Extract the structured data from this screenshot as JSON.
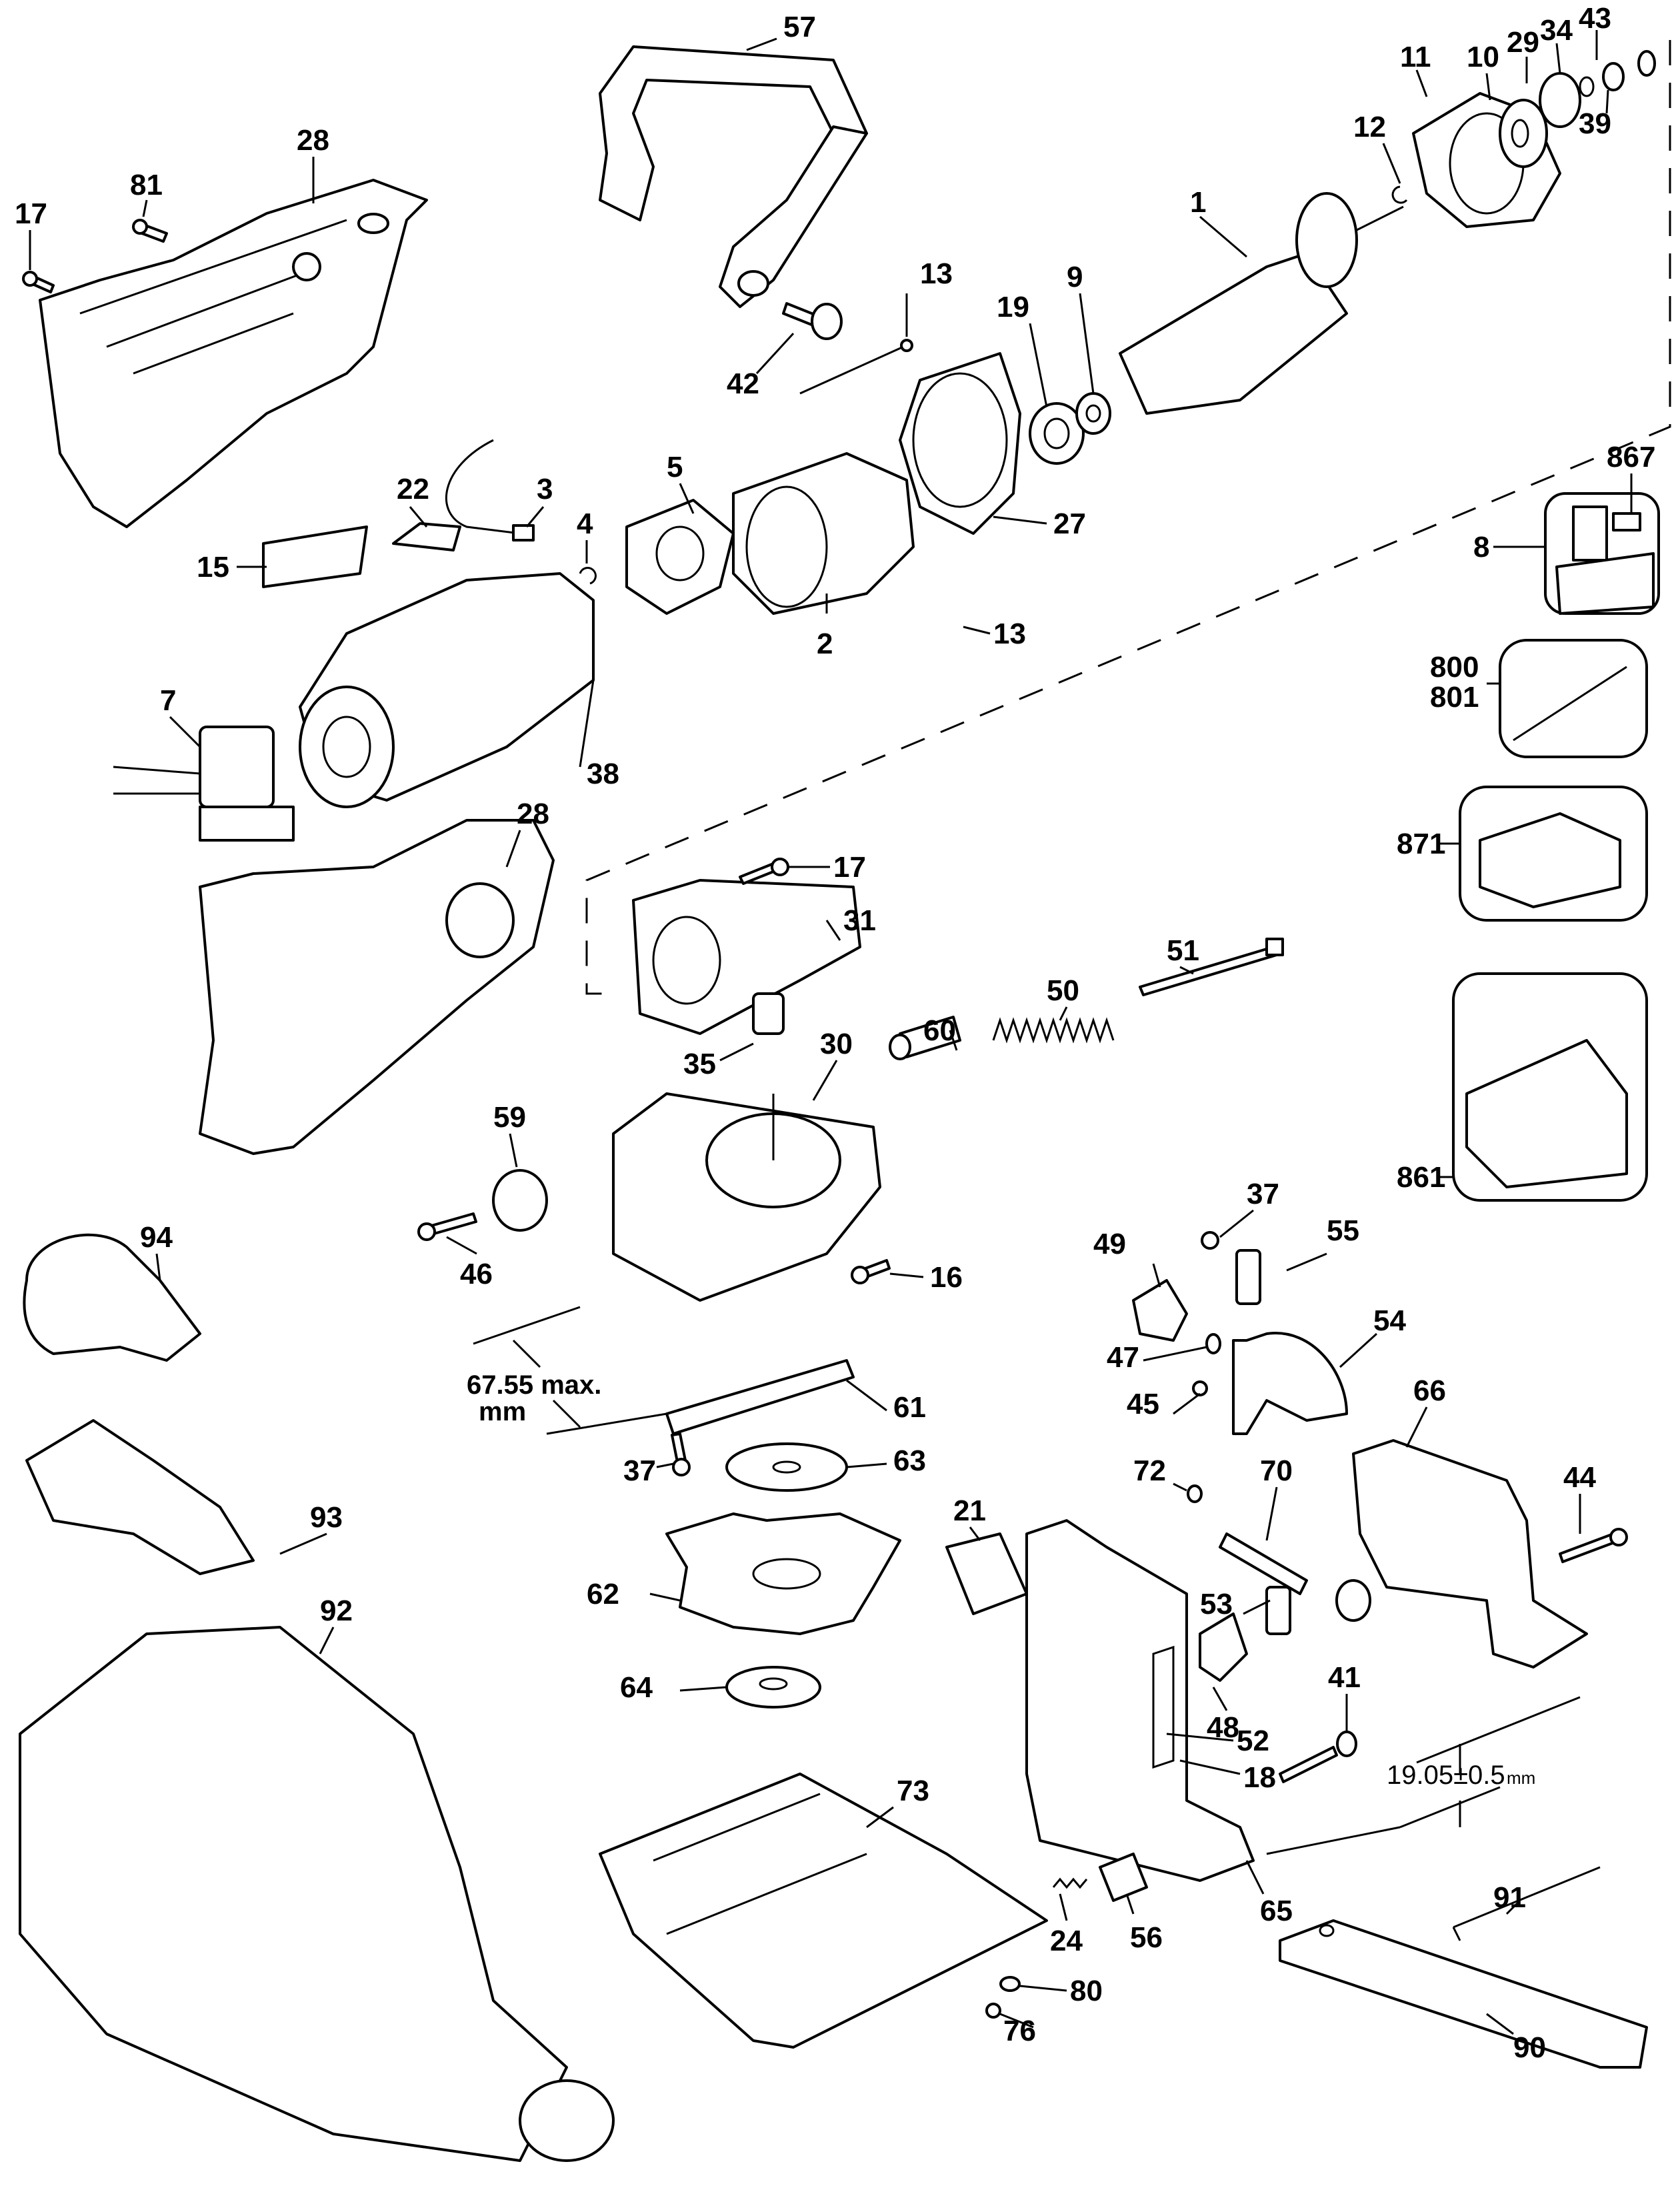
{
  "diagram": {
    "title": "",
    "type": "exploded-parts-view",
    "callouts": [
      {
        "id": "c57",
        "label": "57"
      },
      {
        "id": "c28a",
        "label": "28"
      },
      {
        "id": "c81",
        "label": "81"
      },
      {
        "id": "c17a",
        "label": "17"
      },
      {
        "id": "c13a",
        "label": "13"
      },
      {
        "id": "c42",
        "label": "42"
      },
      {
        "id": "c19",
        "label": "19"
      },
      {
        "id": "c9",
        "label": "9"
      },
      {
        "id": "c1",
        "label": "1"
      },
      {
        "id": "c12",
        "label": "12"
      },
      {
        "id": "c11",
        "label": "11"
      },
      {
        "id": "c10",
        "label": "10"
      },
      {
        "id": "c29",
        "label": "29"
      },
      {
        "id": "c34",
        "label": "34"
      },
      {
        "id": "c43",
        "label": "43"
      },
      {
        "id": "c39",
        "label": "39"
      },
      {
        "id": "c867",
        "label": "867"
      },
      {
        "id": "c8",
        "label": "8"
      },
      {
        "id": "c800",
        "label": "800"
      },
      {
        "id": "c801",
        "label": "801"
      },
      {
        "id": "c871",
        "label": "871"
      },
      {
        "id": "c861",
        "label": "861"
      },
      {
        "id": "c22",
        "label": "22"
      },
      {
        "id": "c3",
        "label": "3"
      },
      {
        "id": "c5",
        "label": "5"
      },
      {
        "id": "c4",
        "label": "4"
      },
      {
        "id": "c15",
        "label": "15"
      },
      {
        "id": "c2",
        "label": "2"
      },
      {
        "id": "c27",
        "label": "27"
      },
      {
        "id": "c13b",
        "label": "13"
      },
      {
        "id": "c7",
        "label": "7"
      },
      {
        "id": "c38",
        "label": "38"
      },
      {
        "id": "c28b",
        "label": "28"
      },
      {
        "id": "c17b",
        "label": "17"
      },
      {
        "id": "c31",
        "label": "31"
      },
      {
        "id": "c51",
        "label": "51"
      },
      {
        "id": "c50",
        "label": "50"
      },
      {
        "id": "c60",
        "label": "60"
      },
      {
        "id": "c35",
        "label": "35"
      },
      {
        "id": "c30",
        "label": "30"
      },
      {
        "id": "c59",
        "label": "59"
      },
      {
        "id": "c94",
        "label": "94"
      },
      {
        "id": "c46",
        "label": "46"
      },
      {
        "id": "c16",
        "label": "16"
      },
      {
        "id": "c37a",
        "label": "37"
      },
      {
        "id": "c55",
        "label": "55"
      },
      {
        "id": "c49",
        "label": "49"
      },
      {
        "id": "c54",
        "label": "54"
      },
      {
        "id": "c47",
        "label": "47"
      },
      {
        "id": "c45",
        "label": "45"
      },
      {
        "id": "c66",
        "label": "66"
      },
      {
        "id": "c61",
        "label": "61"
      },
      {
        "id": "c37b",
        "label": "37"
      },
      {
        "id": "c63",
        "label": "63"
      },
      {
        "id": "c72",
        "label": "72"
      },
      {
        "id": "c70",
        "label": "70"
      },
      {
        "id": "c44",
        "label": "44"
      },
      {
        "id": "c93",
        "label": "93"
      },
      {
        "id": "c21",
        "label": "21"
      },
      {
        "id": "c62",
        "label": "62"
      },
      {
        "id": "c53",
        "label": "53"
      },
      {
        "id": "c92",
        "label": "92"
      },
      {
        "id": "c64",
        "label": "64"
      },
      {
        "id": "c48",
        "label": "48"
      },
      {
        "id": "c41",
        "label": "41"
      },
      {
        "id": "c52",
        "label": "52"
      },
      {
        "id": "c18",
        "label": "18"
      },
      {
        "id": "c73",
        "label": "73"
      },
      {
        "id": "c65",
        "label": "65"
      },
      {
        "id": "c24",
        "label": "24"
      },
      {
        "id": "c56",
        "label": "56"
      },
      {
        "id": "c91",
        "label": "91"
      },
      {
        "id": "c80",
        "label": "80"
      },
      {
        "id": "c76",
        "label": "76"
      },
      {
        "id": "c90",
        "label": "90"
      }
    ],
    "dimensions": {
      "blade_depth": {
        "value": "67.55 max.",
        "unit": "mm"
      },
      "fence_height": {
        "value": "19.05±0.5",
        "unit": "mm"
      }
    }
  }
}
